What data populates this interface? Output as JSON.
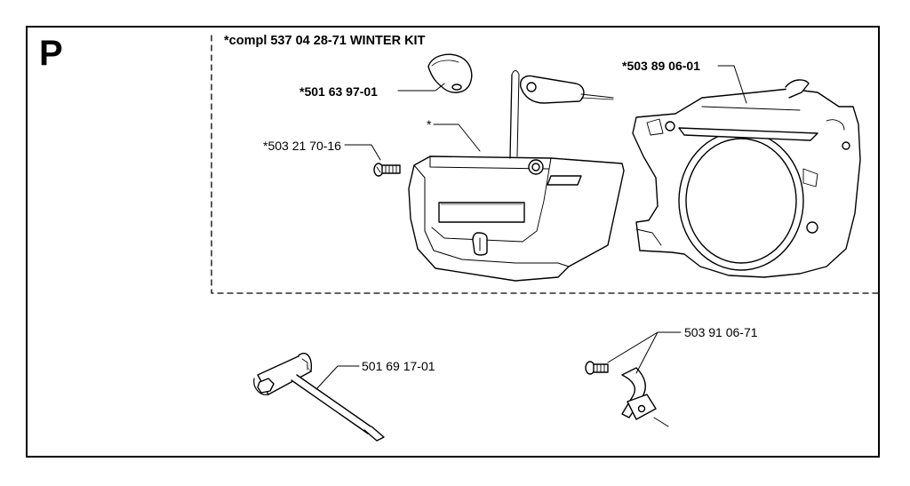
{
  "section_letter": "P",
  "kit_title": "*compl 537 04 28-71 WINTER KIT",
  "parts": {
    "plug": "*501 63 97-01",
    "screw": "*503 21 70-16",
    "cover_marker": "*",
    "housing": "*503 89 06-01",
    "combination_wrench": "501 69 17-01",
    "clip_kit": "503 91 06-71"
  }
}
